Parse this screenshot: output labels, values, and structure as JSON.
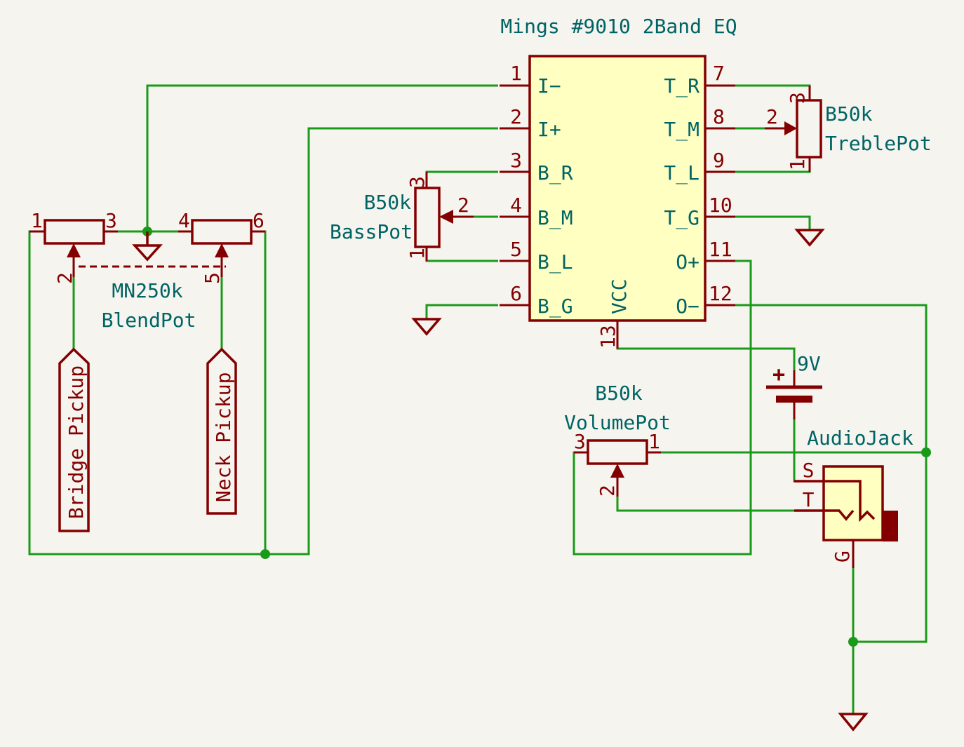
{
  "title": "Mings #9010 2Band EQ",
  "ic": {
    "left_pins": [
      {
        "num": "1",
        "name": "I−"
      },
      {
        "num": "2",
        "name": "I+"
      },
      {
        "num": "3",
        "name": "B_R"
      },
      {
        "num": "4",
        "name": "B_M"
      },
      {
        "num": "5",
        "name": "B_L"
      },
      {
        "num": "6",
        "name": "B_G"
      }
    ],
    "right_pins": [
      {
        "num": "7",
        "name": "T_R"
      },
      {
        "num": "8",
        "name": "T_M"
      },
      {
        "num": "9",
        "name": "T_L"
      },
      {
        "num": "10",
        "name": "T_G"
      },
      {
        "num": "11",
        "name": "O+"
      },
      {
        "num": "12",
        "name": "O−"
      }
    ],
    "bottom_pin": {
      "num": "13",
      "name": "VCC"
    }
  },
  "treble_pot": {
    "value": "B50k",
    "ref": "TreblePot",
    "pins": [
      "3",
      "2",
      "1"
    ]
  },
  "bass_pot": {
    "value": "B50k",
    "ref": "BassPot",
    "pins": [
      "3",
      "2",
      "1"
    ]
  },
  "blend_pot": {
    "value": "MN250k",
    "ref": "BlendPot",
    "pins": [
      "1",
      "3",
      "4",
      "6",
      "2",
      "5"
    ]
  },
  "volume_pot": {
    "value": "B50k",
    "ref": "VolumePot",
    "pins": [
      "3",
      "1",
      "2"
    ]
  },
  "battery": {
    "value": "9V",
    "plus": "+"
  },
  "audio_jack": {
    "ref": "AudioJack",
    "pins": [
      "S",
      "T",
      "G"
    ]
  },
  "pickups": {
    "bridge": "Bridge Pickup",
    "neck": "Neck Pickup"
  }
}
